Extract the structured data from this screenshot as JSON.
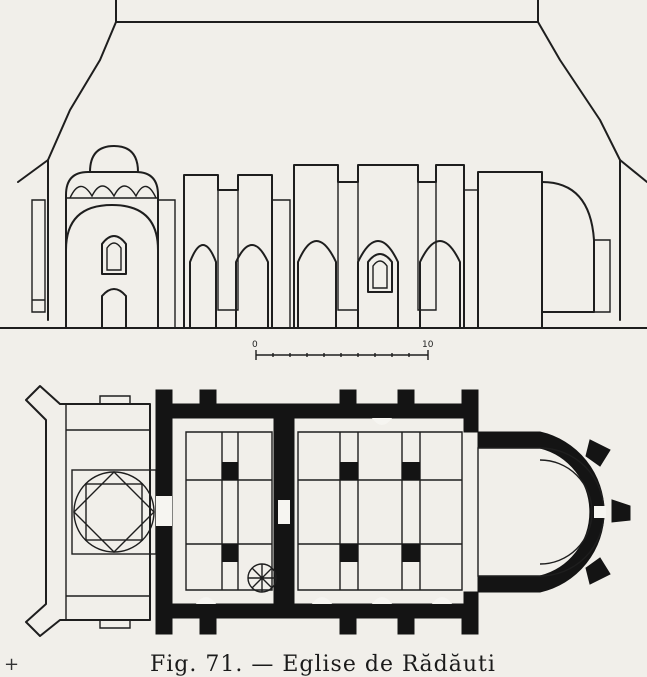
{
  "scale_bar": {
    "start_label": "0",
    "end_label": "10"
  },
  "caption": {
    "text": "Fig. 71. — Eglise de Rădăuti"
  },
  "corner_mark": "+",
  "colors": {
    "ink": "#1e1e1e",
    "paper": "#f1efea"
  }
}
